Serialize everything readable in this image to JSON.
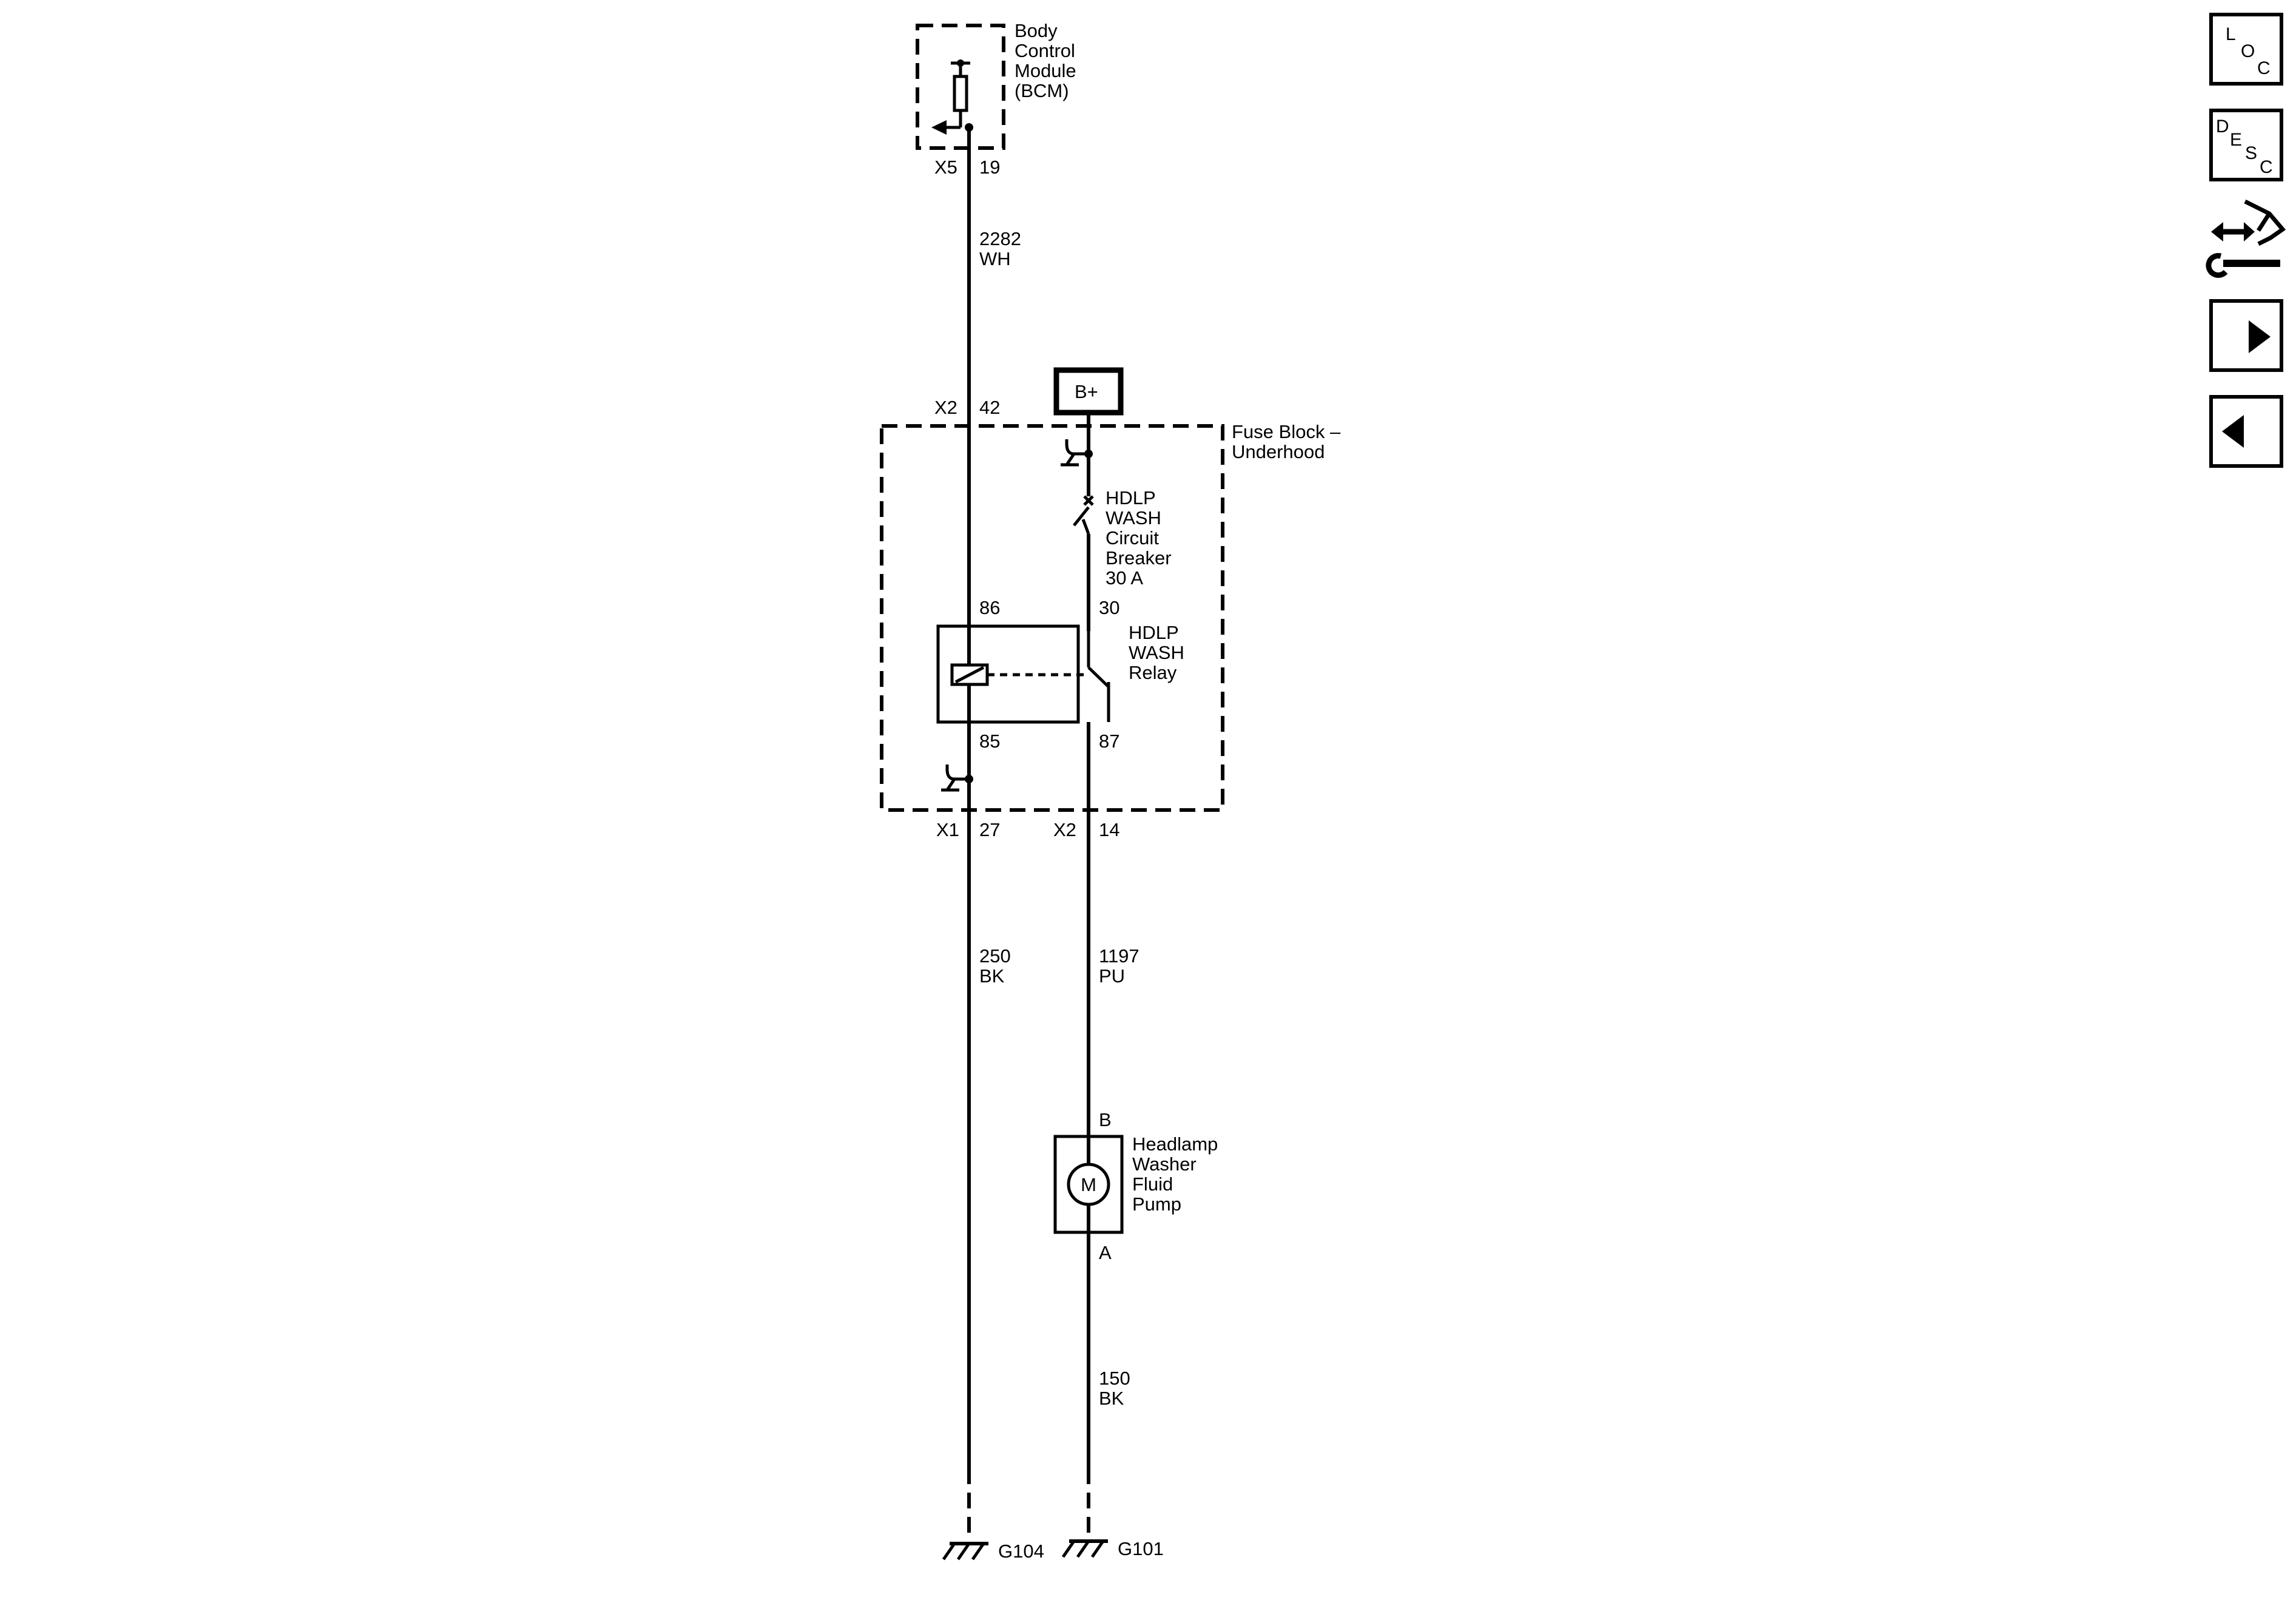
{
  "components": {
    "bcm": {
      "label_lines": [
        "Body",
        "Control",
        "Module",
        "(BCM)"
      ],
      "connector": "X5",
      "pin": "19"
    },
    "fuse_block": {
      "label_lines": [
        "Fuse Block –",
        "Underhood"
      ]
    },
    "bplus": {
      "label": "B+"
    },
    "circuit_breaker": {
      "label_lines": [
        "HDLP",
        "WASH",
        "Circuit",
        "Breaker",
        "30 A"
      ]
    },
    "relay": {
      "label_lines": [
        "HDLP",
        "WASH",
        "Relay"
      ],
      "pins": {
        "p86": "86",
        "p30": "30",
        "p85": "85",
        "p87": "87"
      }
    },
    "pump": {
      "label_lines": [
        "Headlamp",
        "Washer",
        "Fluid",
        "Pump"
      ],
      "motor_symbol": "M",
      "pin_top": "B",
      "pin_bottom": "A"
    }
  },
  "connectors": {
    "fuse_top": {
      "connector": "X2",
      "pin": "42"
    },
    "fuse_bottom_left": {
      "connector": "X1",
      "pin": "27"
    },
    "fuse_bottom_right": {
      "connector": "X2",
      "pin": "14"
    }
  },
  "wires": {
    "w2282": {
      "circuit": "2282",
      "color": "WH"
    },
    "w250": {
      "circuit": "250",
      "color": "BK"
    },
    "w1197": {
      "circuit": "1197",
      "color": "PU"
    },
    "w150": {
      "circuit": "150",
      "color": "BK"
    }
  },
  "grounds": {
    "g104": "G104",
    "g101": "G101"
  },
  "nav": {
    "loc": {
      "letters": [
        "L",
        "O",
        "C"
      ]
    },
    "desc": {
      "letters": [
        "D",
        "E",
        "S",
        "C"
      ]
    },
    "connector_icon": "connector-repair-icon",
    "next_icon": "arrow-right-icon",
    "prev_icon": "arrow-left-icon"
  }
}
